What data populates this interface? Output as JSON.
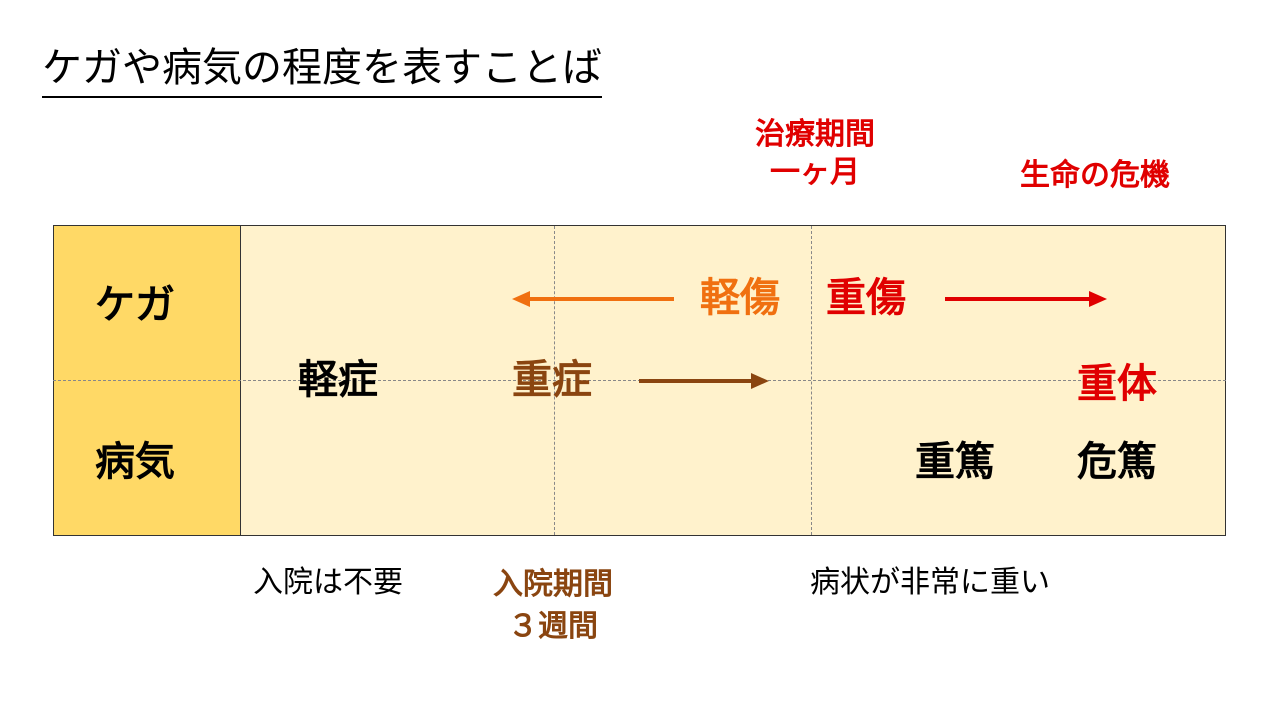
{
  "title": "ケガや病気の程度を表すことば",
  "top_labels": {
    "treatment_period": [
      "治療期間",
      "一ヶ月"
    ],
    "life_crisis": "生命の危機"
  },
  "row_headers": {
    "injury": "ケガ",
    "illness": "病気"
  },
  "cells": {
    "light_injury": "軽傷",
    "serious_injury": "重傷",
    "mild_illness": "軽症",
    "severe_illness": "重症",
    "serious_condition": "重体",
    "critical": "重篤",
    "danger": "危篤"
  },
  "bottom_labels": {
    "no_hospital": "入院は不要",
    "hospital_period": [
      "入院期間",
      "３週間"
    ],
    "severe_symptoms": "病状が非常に重い"
  },
  "colors": {
    "red": "#e00000",
    "orange": "#f07010",
    "brown": "#8a4510",
    "table_bg": "#fff2cc",
    "header_bg": "#ffd966"
  },
  "arrows": [
    {
      "name": "light-injury-arrow",
      "direction": "left",
      "color": "#f07010"
    },
    {
      "name": "serious-injury-arrow",
      "direction": "right",
      "color": "#e00000"
    },
    {
      "name": "severe-illness-arrow",
      "direction": "right",
      "color": "#8a4510"
    }
  ]
}
